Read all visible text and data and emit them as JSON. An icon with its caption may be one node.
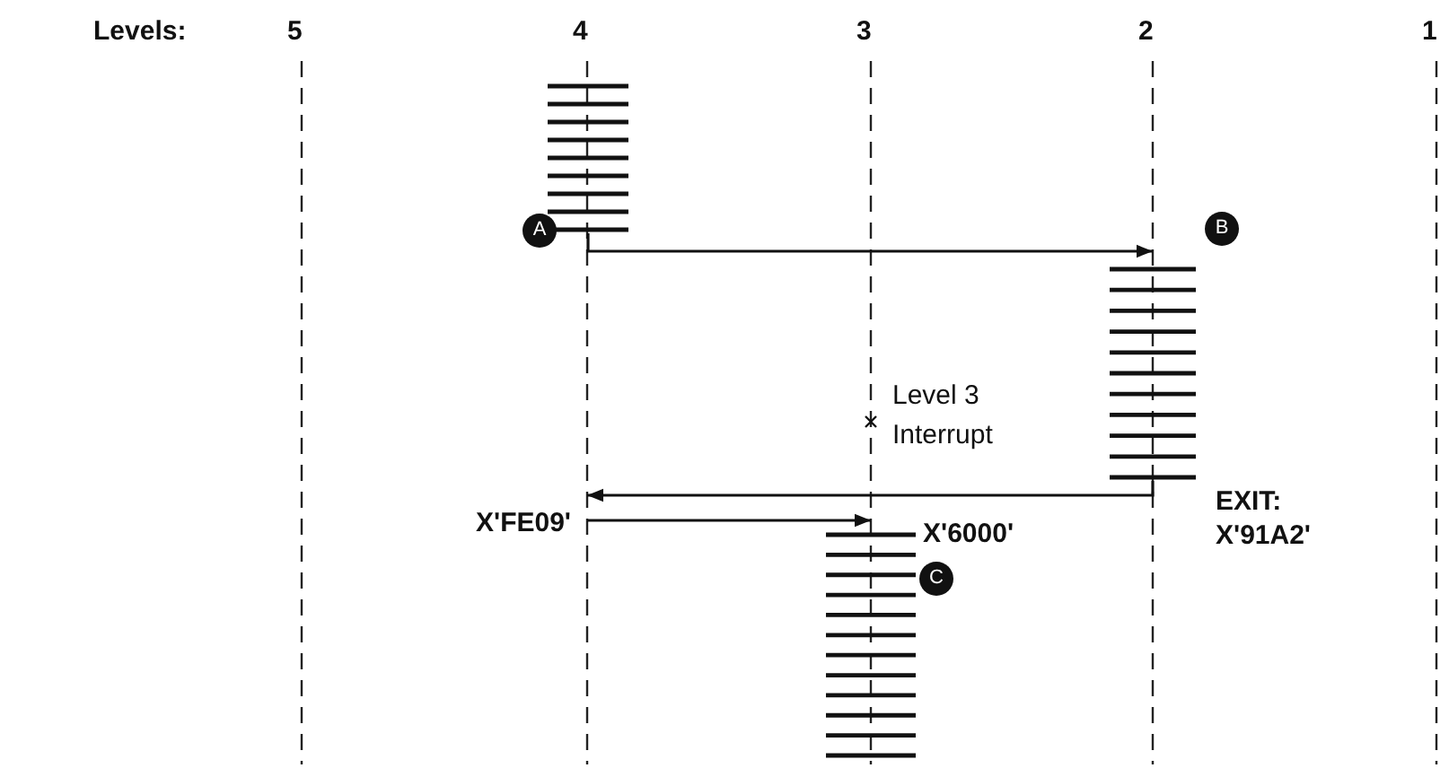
{
  "diagram": {
    "nodes": [
      {
        "text": [],
        "shape": "bar",
        "beside": [
          "A"
        ]
      },
      {
        "text": [],
        "shape": "bar",
        "beside": [
          "B",
          "EXIT: X'91A2'"
        ]
      },
      {
        "text": [],
        "shape": "bar",
        "beside": [
          "X'6000'",
          "C"
        ]
      },
      {
        "text": [
          "X'FE09'"
        ]
      }
    ],
    "edges": [
      {
        "from": 0,
        "to": 1,
        "arrow": "to"
      },
      {
        "from": 1,
        "to": 3,
        "arrow": "to"
      },
      {
        "from": 3,
        "to": 2,
        "arrow": "to"
      }
    ],
    "labels": [
      "Levels:",
      "5",
      "4",
      "3",
      "2",
      "1",
      "Level 3 Interrupt"
    ]
  }
}
